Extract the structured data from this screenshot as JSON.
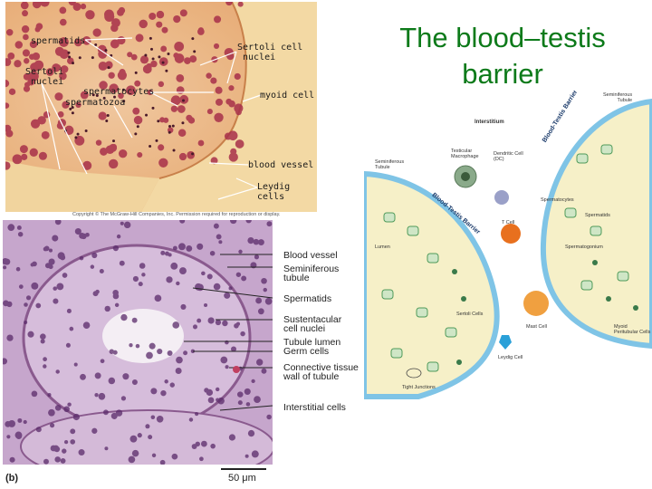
{
  "title": "The blood–testis barrier",
  "top_micrograph": {
    "labels": {
      "spermatids": "spermatids",
      "sertoli_nuclei_left": "Sertoli\n nuclei",
      "spermatocytes": "spermatocytes",
      "spermatozoa": "spermatozoa",
      "sertoli_cell_nuclei": "Sertoli cell\n nuclei",
      "myoid_cell": "myoid cell",
      "blood_vessel": "blood vessel",
      "leydig_cells": "Leydig\ncells"
    },
    "copyright": "Copyright © The McGraw-Hill Companies, Inc. Permission required for reproduction or display."
  },
  "bottom_micrograph": {
    "labels": {
      "blood_vessel": "Blood vessel",
      "seminiferous_tubule": "Seminiferous tubule",
      "spermatids": "Spermatids",
      "sustentacular": "Sustentacular cell nuclei",
      "tubule_lumen": "Tubule lumen",
      "germ_cells": "Germ cells",
      "connective_tissue": "Connective tissue wall of tubule",
      "interstitial_cells": "Interstitial cells"
    },
    "panel_letter": "(b)",
    "scale_bar": "50 μm"
  },
  "diagram": {
    "labels": {
      "seminiferous_tubule_top": "Seminiferous\nTubule",
      "interstitium": "Interstitium",
      "seminiferous_tubule_left": "Seminiferous\nTubule",
      "testicular_macrophage": "Testicular\nMacrophage",
      "dendritic_cell": "Dendritic Cell\n(DC)",
      "t_cell": "T Cell",
      "lumen": "Lumen",
      "spermatocytes": "Spermatocytes",
      "spermatids": "Spermatids",
      "spermatogonium": "Spermatogonium",
      "sertoli_cells": "Sertoli Cells",
      "mast_cell": "Mast Cell",
      "myoid_peritubular": "Myoid\nPeritubular Cells",
      "leydig_cell": "Leydig Cell",
      "tight_junctions": "Tight Junctions",
      "btb_right": "Blood-Testis Barrier",
      "btb_left": "Blood-Testis Barrier"
    },
    "colors": {
      "tubule_fill": "#f6f0c8",
      "membrane": "#7fc4e6",
      "sertoli_green": "#4f9a5a",
      "t_cell_orange": "#e8701e",
      "mast_orange": "#f0a040",
      "leydig_blue": "#2aa0d8"
    }
  }
}
